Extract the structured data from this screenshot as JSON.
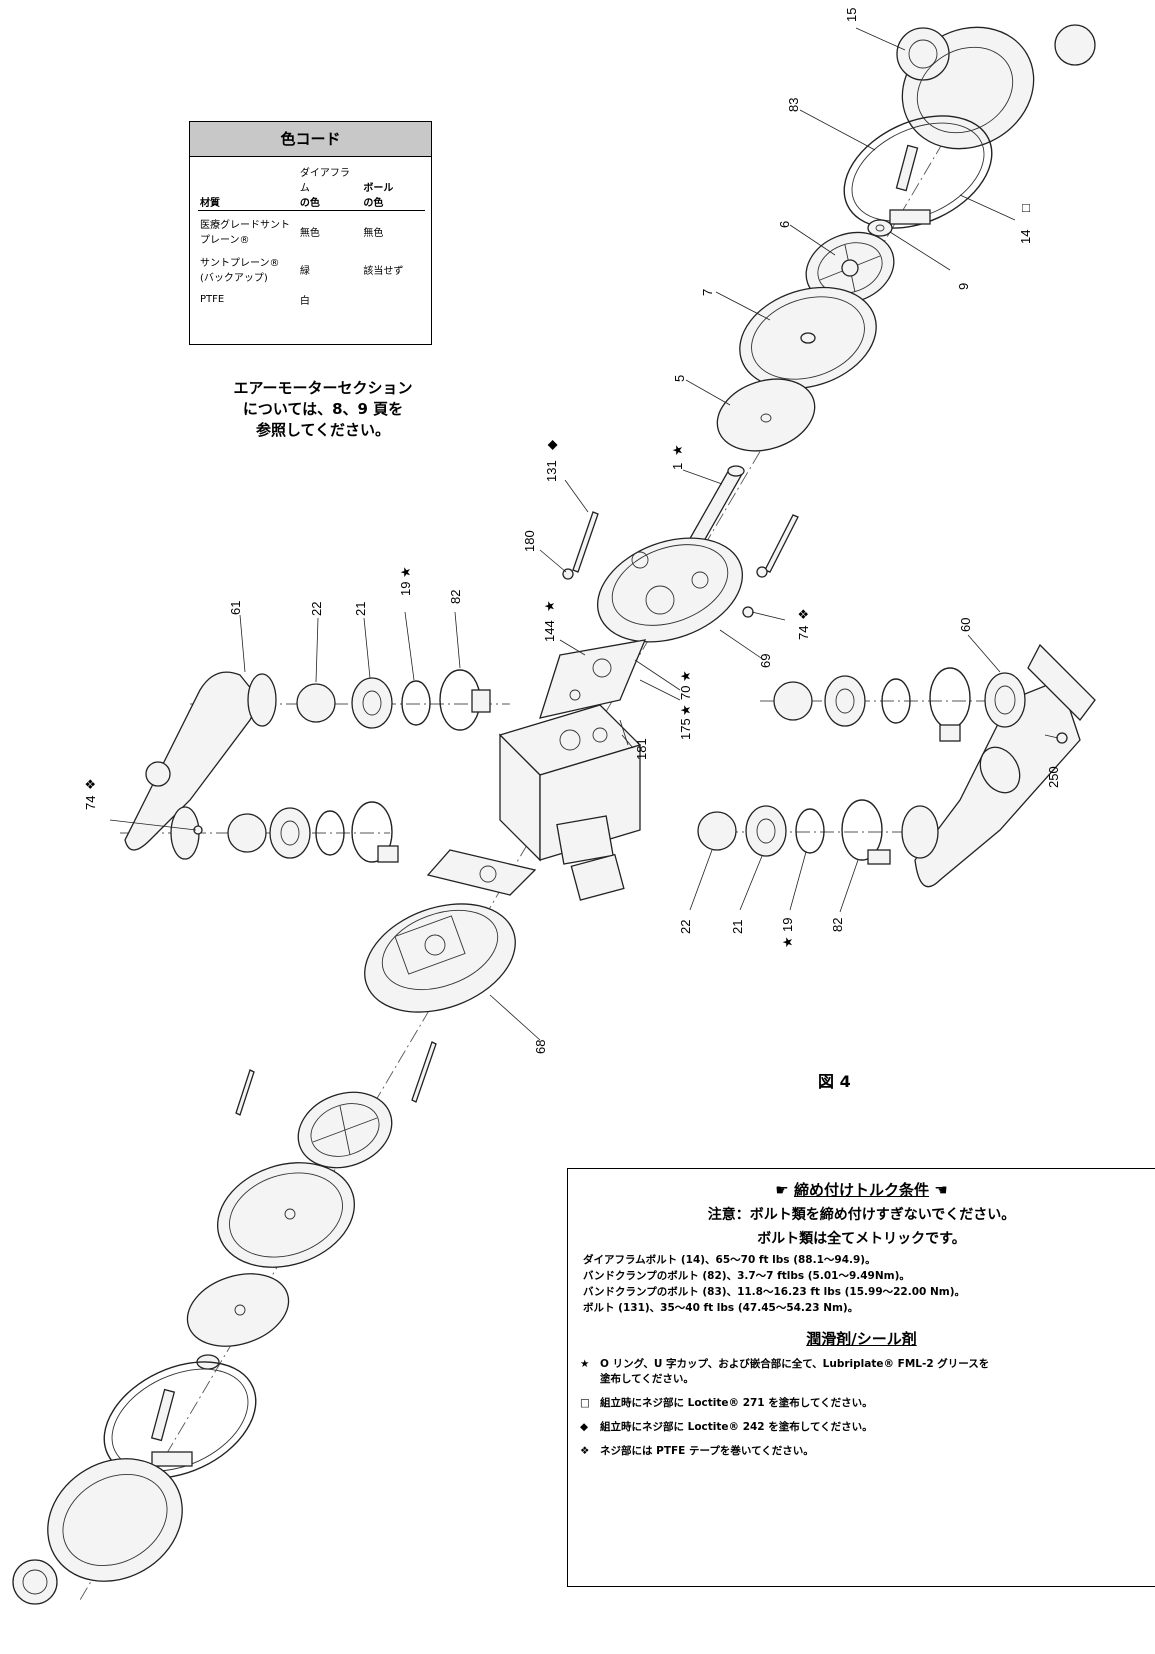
{
  "color_code": {
    "title": "色コード",
    "header_material": "材質",
    "header_diaphragm": [
      "ダイアフラム",
      "の色"
    ],
    "header_ball": [
      "ボール",
      "の色"
    ],
    "rows": [
      {
        "material": "医療グレードサント\nプレーン®",
        "diaphragm": "無色",
        "ball": "無色"
      },
      {
        "material": "サントプレーン®\n(バックアップ)",
        "diaphragm": "緑",
        "ball": "該当せず"
      },
      {
        "material": "PTFE",
        "diaphragm": "白",
        "ball": ""
      }
    ]
  },
  "air_motor_note": [
    "エアーモーターセクション",
    "については、8、9 頁を",
    "参照してください。"
  ],
  "figure_label": "図 4",
  "callouts": {
    "c15": "15",
    "c83": "83",
    "c14": "14",
    "c6": "6",
    "c9": "9",
    "c7": "7",
    "c5": "5",
    "c1": "1",
    "c131": "131",
    "c180": "180",
    "c144": "144",
    "c70": "70",
    "c175": "175",
    "c69": "69",
    "c74a": "74",
    "c60": "60",
    "c61": "61",
    "c22a": "22",
    "c21a": "21",
    "c19a": "19",
    "c82a": "82",
    "c181": "181",
    "c250": "250",
    "c74b": "74",
    "c22b": "22",
    "c21b": "21",
    "c19b": "19",
    "c82b": "82",
    "c68": "68"
  },
  "symbols": {
    "star": "★",
    "diamond": "◆",
    "square": "□",
    "crosses": "❖",
    "hand": "☞"
  },
  "torque": {
    "title": "締め付けトルク条件",
    "hand_left": "☛",
    "hand_right": "☚",
    "caution": "注意：ボルト類を締め付けすぎないでください。",
    "metric": "ボルト類は全てメトリックです。",
    "lines": [
      "ダイアフラムボルト (14)、65～70 ft lbs (88.1～94.9)。",
      "バンドクランプのボルト (82)、3.7～7 ftlbs (5.01～9.49Nm)。",
      "バンドクランプのボルト (83)、11.8～16.23 ft lbs (15.99～22.00 Nm)。",
      "ボルト (131)、35～40 ft lbs (47.45～54.23 Nm)。"
    ]
  },
  "lubricant": {
    "title": "潤滑剤/シール剤",
    "notes": [
      {
        "symbol": "★",
        "text": "O リング、U 字カップ、および嵌合部に全て、Lubriplate® FML-2 グリースを\n塗布してください。"
      },
      {
        "symbol": "□",
        "text": "組立時にネジ部に Loctite® 271 を塗布してください。"
      },
      {
        "symbol": "◆",
        "text": "組立時にネジ部に Loctite® 242 を塗布してください。"
      },
      {
        "symbol": "❖",
        "text": "ネジ部には PTFE テープを巻いてください。"
      }
    ]
  }
}
